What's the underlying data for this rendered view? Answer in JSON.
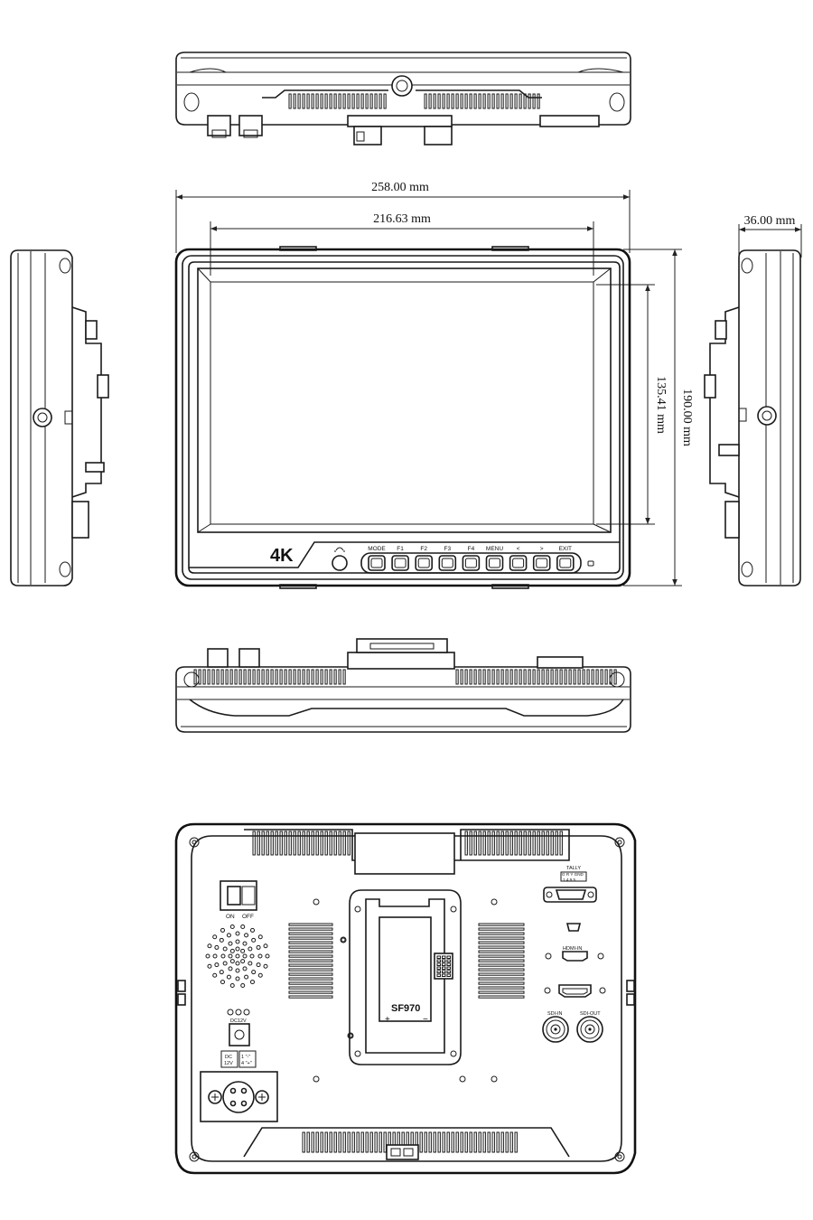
{
  "dimensions": {
    "overall_width": "258.00 mm",
    "screen_width": "216.63 mm",
    "depth": "36.00 mm",
    "overall_height": "190.00 mm",
    "screen_height": "135.41 mm"
  },
  "front_panel": {
    "logo": "4K",
    "headphone_icon": "headphone-icon",
    "buttons": [
      "MODE",
      "F1",
      "F2",
      "F3",
      "F4",
      "MENU",
      "<",
      ">",
      "EXIT"
    ]
  },
  "rear_panel": {
    "power_on": "ON",
    "power_off": "OFF",
    "dc_jack_label": "DC12V",
    "xlr_label_left": "DC\n12V",
    "xlr_pin1": "1 \"-\"",
    "xlr_pin4": "4 \"+\"",
    "xlr_box_left_line1": "DC",
    "xlr_box_left_line2": "12V",
    "xlr_box_right_line1": "1 \"-\"",
    "xlr_box_right_line2": "4 \"+\"",
    "battery_model": "SF970",
    "battery_plus": "+",
    "battery_minus": "−",
    "tally_title": "TALLY",
    "tally_pins": "G R Y GND",
    "tally_numbers": "1  4  9   5",
    "hdmi_in_label": "HDMI-IN",
    "sdi_in_label": "SDI-IN",
    "sdi_out_label": "SDI-OUT"
  }
}
